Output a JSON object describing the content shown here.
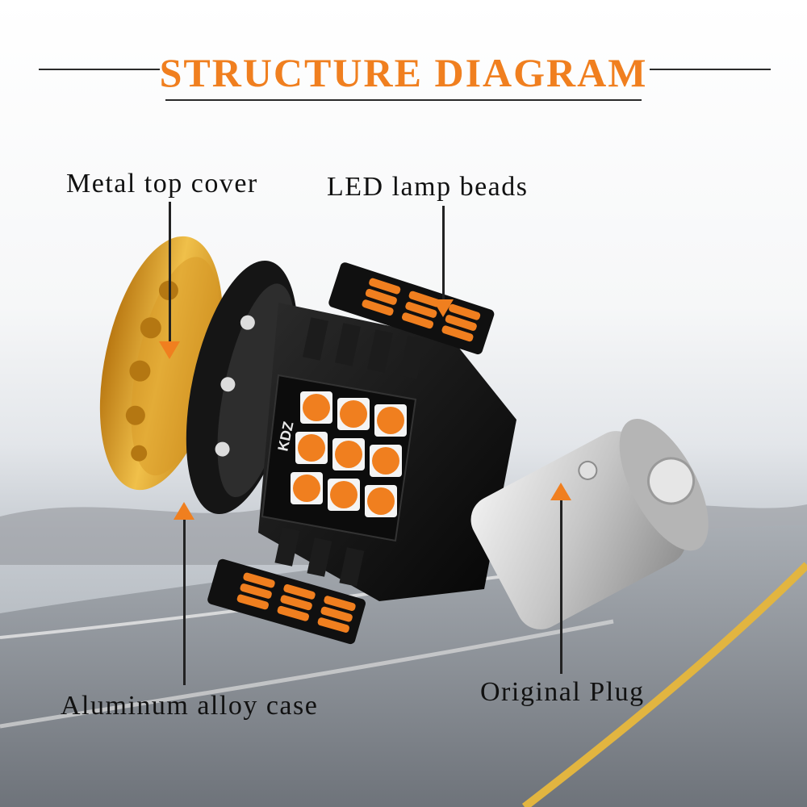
{
  "title": "STRUCTURE DIAGRAM",
  "colors": {
    "accent": "#f07f1f",
    "line": "#222222",
    "led": "#f07f1f",
    "housing": "#111111",
    "cover": "#e0a028",
    "plug": "#c9c9c9"
  },
  "labels": {
    "metal_top_cover": "Metal top cover",
    "led_lamp_beads": "LED lamp beads",
    "aluminum_alloy_case": "Aluminum alloy case",
    "original_plug": "Original Plug"
  },
  "product_marking": "KDZ",
  "led_grid": {
    "rows": 3,
    "cols": 3
  }
}
